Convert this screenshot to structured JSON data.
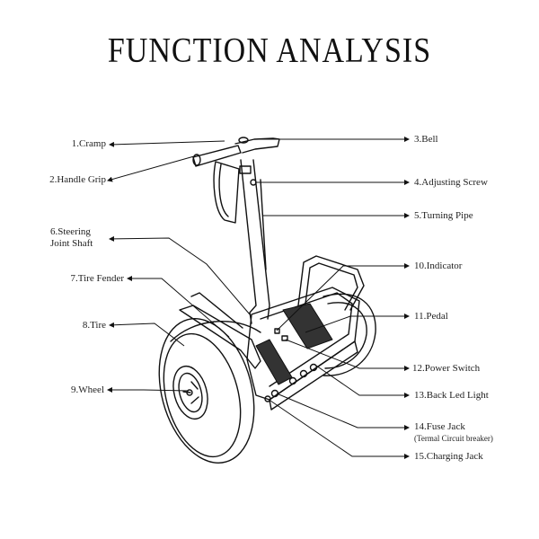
{
  "title": "FUNCTION ANALYSIS",
  "labels": {
    "cramp": "1.Cramp",
    "handle_grip": "2.Handle Grip",
    "bell": "3.Bell",
    "adjusting_screw": "4.Adjusting Screw",
    "turning_pipe": "5.Turning Pipe",
    "steering_joint_shaft_line1": "6.Steering",
    "steering_joint_shaft_line2": "Joint Shaft",
    "tire_fender": "7.Tire Fender",
    "tire": "8.Tire",
    "wheel": "9.Wheel",
    "indicator": "10.Indicator",
    "pedal": "11.Pedal",
    "power_switch": "12.Power Switch",
    "back_led_light": "13.Back Led Light",
    "fuse_jack": "14.Fuse Jack",
    "fuse_jack_note": "(Termal Circuit breaker)",
    "charging_jack": "15.Charging Jack"
  }
}
